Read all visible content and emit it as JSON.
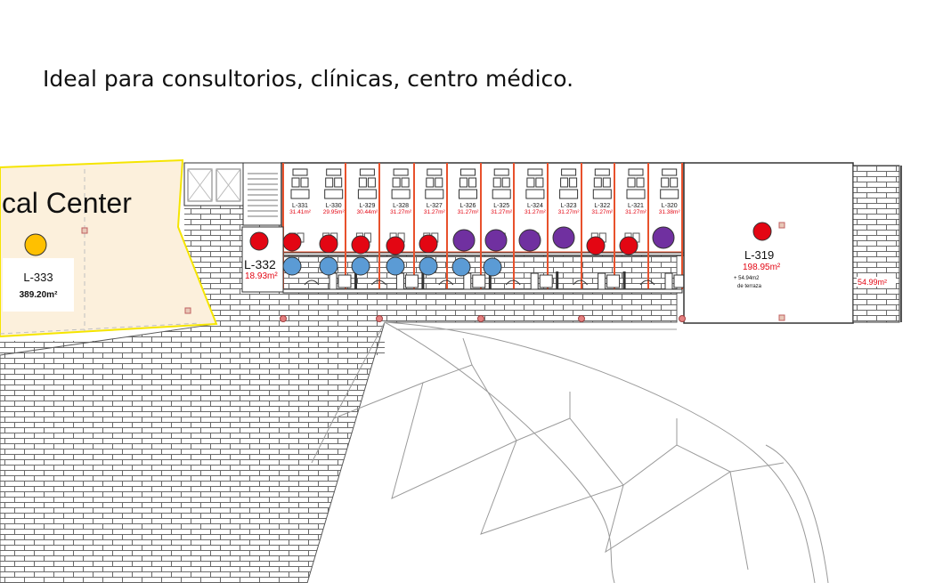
{
  "headline": "Ideal para consultorios, clínicas, centro médico.",
  "medical_center": {
    "title": "cal Center",
    "unit_code": "L-333",
    "area": "389.20m²"
  },
  "units_small": [
    {
      "code": "L-331",
      "area": "31.41m²"
    },
    {
      "code": "L-330",
      "area": "29.95m²"
    },
    {
      "code": "L-329",
      "area": "30.44m²"
    },
    {
      "code": "L-328",
      "area": "31.27m²"
    },
    {
      "code": "L-327",
      "area": "31.27m²"
    },
    {
      "code": "L-326",
      "area": "31.27m²"
    },
    {
      "code": "L-325",
      "area": "31.27m²"
    },
    {
      "code": "L-324",
      "area": "31.27m²"
    },
    {
      "code": "L-323",
      "area": "31.27m²"
    },
    {
      "code": "L-322",
      "area": "31.27m²"
    },
    {
      "code": "L-321",
      "area": "31.27m²"
    },
    {
      "code": "L-320",
      "area": "31.38m²"
    }
  ],
  "unit_332": {
    "code": "L-332",
    "area": "18.93m²"
  },
  "unit_319": {
    "code": "L-319",
    "area": "198.95m²",
    "terrace_line1": "+ 54.94m2",
    "terrace_line2": "de terraza"
  },
  "stair_area": "54.99m²",
  "bottom_cut_label": "......",
  "colors": {
    "status_red": "#e30613",
    "status_blue": "#5b9bd5",
    "status_purple": "#7030a0",
    "status_orange": "#ffc000",
    "partition": "#e8512c",
    "label_red": "#e30613",
    "medical_fill": "#fcf0dc",
    "medical_border": "#f5e500"
  }
}
